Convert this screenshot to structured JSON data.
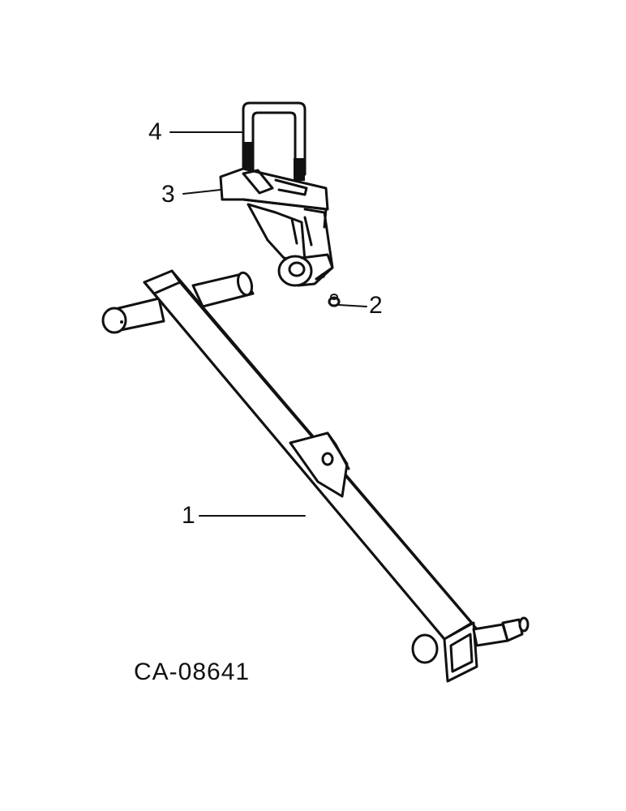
{
  "figure_code": "CA-08641",
  "callouts": [
    {
      "number": "1",
      "part": "axle-beam"
    },
    {
      "number": "2",
      "part": "grease-fitting"
    },
    {
      "number": "3",
      "part": "pivot-bracket"
    },
    {
      "number": "4",
      "part": "u-bolt"
    }
  ]
}
